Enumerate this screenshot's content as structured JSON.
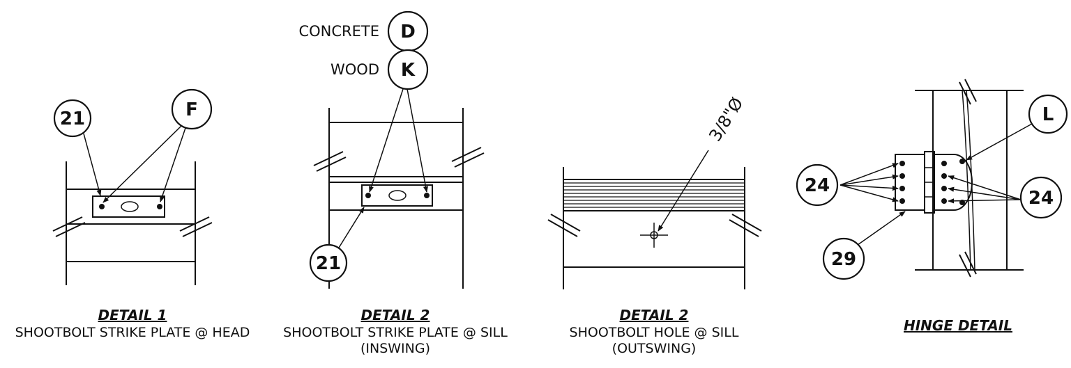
{
  "details": [
    {
      "title": "DETAIL 1",
      "subtitle": [
        "SHOOTBOLT STRIKE PLATE @ HEAD"
      ],
      "bubbles": [
        "21",
        "F"
      ]
    },
    {
      "title": "DETAIL 2",
      "subtitle": [
        "SHOOTBOLT STRIKE PLATE @ SILL",
        "(INSWING)"
      ],
      "bubbles": [
        "D",
        "K",
        "21"
      ],
      "callouts": [
        "CONCRETE",
        "WOOD"
      ]
    },
    {
      "title": "DETAIL 2",
      "subtitle": [
        "SHOOTBOLT HOLE @ SILL",
        "(OUTSWING)"
      ],
      "dimension": "3/8\"Ø"
    },
    {
      "title": "HINGE DETAIL",
      "subtitle": [],
      "bubbles": [
        "L",
        "24",
        "24",
        "29"
      ]
    }
  ]
}
